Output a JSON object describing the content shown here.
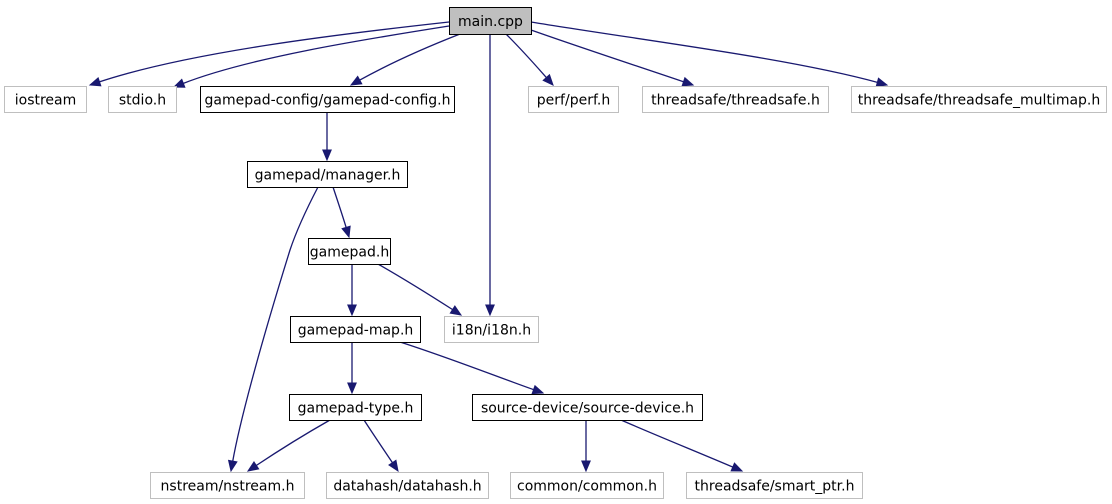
{
  "colors": {
    "edge": "#191970",
    "root_fill": "#bfbfbf",
    "root_border": "#000000",
    "project_border": "#000000",
    "external_border": "#bfbfbf",
    "node_fill": "#ffffff"
  },
  "graph": {
    "nodes": [
      {
        "id": "main",
        "label": "main.cpp",
        "kind": "root"
      },
      {
        "id": "iostream",
        "label": "iostream",
        "kind": "external"
      },
      {
        "id": "stdio",
        "label": "stdio.h",
        "kind": "external"
      },
      {
        "id": "gpconfig",
        "label": "gamepad-config/gamepad-config.h",
        "kind": "project"
      },
      {
        "id": "perf",
        "label": "perf/perf.h",
        "kind": "external"
      },
      {
        "id": "tsafe",
        "label": "threadsafe/threadsafe.h",
        "kind": "external"
      },
      {
        "id": "tsmulti",
        "label": "threadsafe/threadsafe_multimap.h",
        "kind": "external"
      },
      {
        "id": "manager",
        "label": "gamepad/manager.h",
        "kind": "project"
      },
      {
        "id": "gamepad",
        "label": "gamepad.h",
        "kind": "project"
      },
      {
        "id": "gpmap",
        "label": "gamepad-map.h",
        "kind": "project"
      },
      {
        "id": "i18n",
        "label": "i18n/i18n.h",
        "kind": "external"
      },
      {
        "id": "gptype",
        "label": "gamepad-type.h",
        "kind": "project"
      },
      {
        "id": "srcdev",
        "label": "source-device/source-device.h",
        "kind": "project"
      },
      {
        "id": "nstream",
        "label": "nstream/nstream.h",
        "kind": "external"
      },
      {
        "id": "datahash",
        "label": "datahash/datahash.h",
        "kind": "external"
      },
      {
        "id": "common",
        "label": "common/common.h",
        "kind": "external"
      },
      {
        "id": "smartptr",
        "label": "threadsafe/smart_ptr.h",
        "kind": "external"
      }
    ],
    "edges": [
      {
        "from": "main",
        "to": "iostream"
      },
      {
        "from": "main",
        "to": "stdio"
      },
      {
        "from": "main",
        "to": "gpconfig"
      },
      {
        "from": "main",
        "to": "i18n"
      },
      {
        "from": "main",
        "to": "perf"
      },
      {
        "from": "main",
        "to": "tsafe"
      },
      {
        "from": "main",
        "to": "tsmulti"
      },
      {
        "from": "gpconfig",
        "to": "manager"
      },
      {
        "from": "manager",
        "to": "gamepad"
      },
      {
        "from": "manager",
        "to": "nstream"
      },
      {
        "from": "gamepad",
        "to": "gpmap"
      },
      {
        "from": "gamepad",
        "to": "i18n"
      },
      {
        "from": "gpmap",
        "to": "gptype"
      },
      {
        "from": "gpmap",
        "to": "srcdev"
      },
      {
        "from": "gptype",
        "to": "nstream"
      },
      {
        "from": "gptype",
        "to": "datahash"
      },
      {
        "from": "srcdev",
        "to": "common"
      },
      {
        "from": "srcdev",
        "to": "smartptr"
      }
    ]
  }
}
